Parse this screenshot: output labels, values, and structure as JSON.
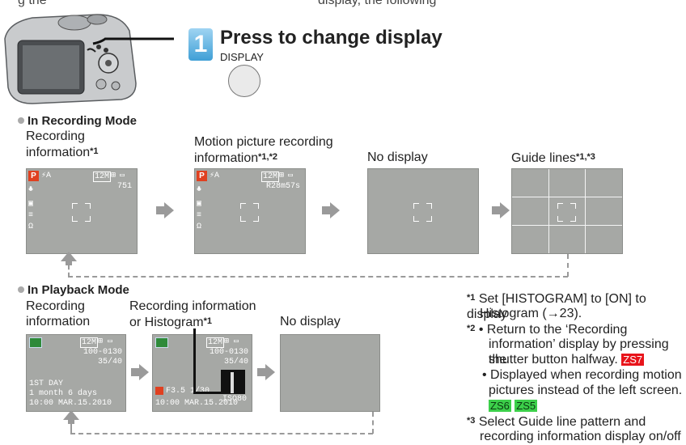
{
  "header": {
    "intro": "g the",
    "intro2": "display, the following",
    "step_number": "1",
    "step_title": "Press to change display",
    "button_caption": "DISPLAY"
  },
  "recording": {
    "heading": "In Recording Mode",
    "items": [
      {
        "label_line1": "Recording",
        "label_line2": "information",
        "note": "*1"
      },
      {
        "label_line1": "Motion picture recording",
        "label_line2": "information",
        "note": "*1,*2"
      },
      {
        "label_line1": "No display"
      },
      {
        "label_line1": "Guide lines",
        "note": "*1,*3"
      }
    ],
    "osd": {
      "p_badge": "P",
      "res": "12M",
      "count": "751",
      "timer": "R28m57s"
    }
  },
  "playback": {
    "heading": "In Playback Mode",
    "items": [
      {
        "label_line1": "Recording",
        "label_line2": "information"
      },
      {
        "label_line1": "Recording information",
        "label_line2": "or Histogram",
        "note": "*1"
      },
      {
        "label_line1": "No display"
      }
    ],
    "osd": {
      "res": "12M",
      "file": "100-0130",
      "count": "35/40",
      "line1": "1ST DAY",
      "line2": "1 month  6 days",
      "line3": "10:00  MAR.15.2010",
      "shot": "F3.5 1/30",
      "iso": "ISO80"
    }
  },
  "footnotes": {
    "n1_mark": "*1",
    "n1": "Set [HISTOGRAM] to [ON] to display",
    "n1b": "Histogram (→23).",
    "n2_mark": "*2",
    "n2a": "• Return to the ‘Recording",
    "n2b": "information’ display by pressing the",
    "n2c": "shutter button halfway.",
    "n2_badge": "ZS7",
    "n2d": "• Displayed when recording motion",
    "n2e": "pictures instead of the left screen.",
    "n2_badge2": "ZS6",
    "n2_badge3": "ZS5",
    "n3_mark": "*3",
    "n3a": "Select Guide line pattern and",
    "n3b": "recording information display on/off"
  }
}
